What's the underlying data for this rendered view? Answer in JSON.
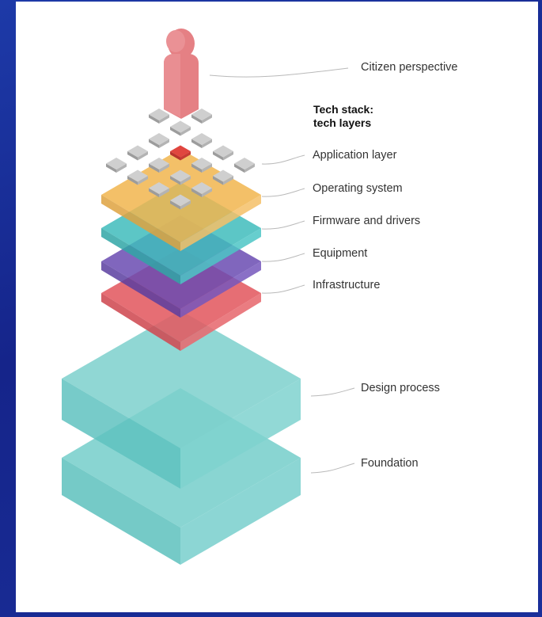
{
  "heading": {
    "line1": "Tech stack:",
    "line2": "tech layers"
  },
  "labels": {
    "citizen": "Citizen perspective",
    "application": "Application layer",
    "operating": "Operating system",
    "firmware": "Firmware and drivers",
    "equipment": "Equipment",
    "infrastructure": "Infrastructure",
    "design": "Design process",
    "foundation": "Foundation"
  },
  "colors": {
    "frame": "#1a2a8c",
    "citizen": "#e58084",
    "application_tile": "#cfcfcf",
    "application_highlight": "#e0463f",
    "operating": "#f1b54e",
    "firmware": "#3fbcbc",
    "equipment": "#6a4bb2",
    "infrastructure": "#e35a61",
    "design": "#6fcac7",
    "foundation": "#6fcac7"
  }
}
